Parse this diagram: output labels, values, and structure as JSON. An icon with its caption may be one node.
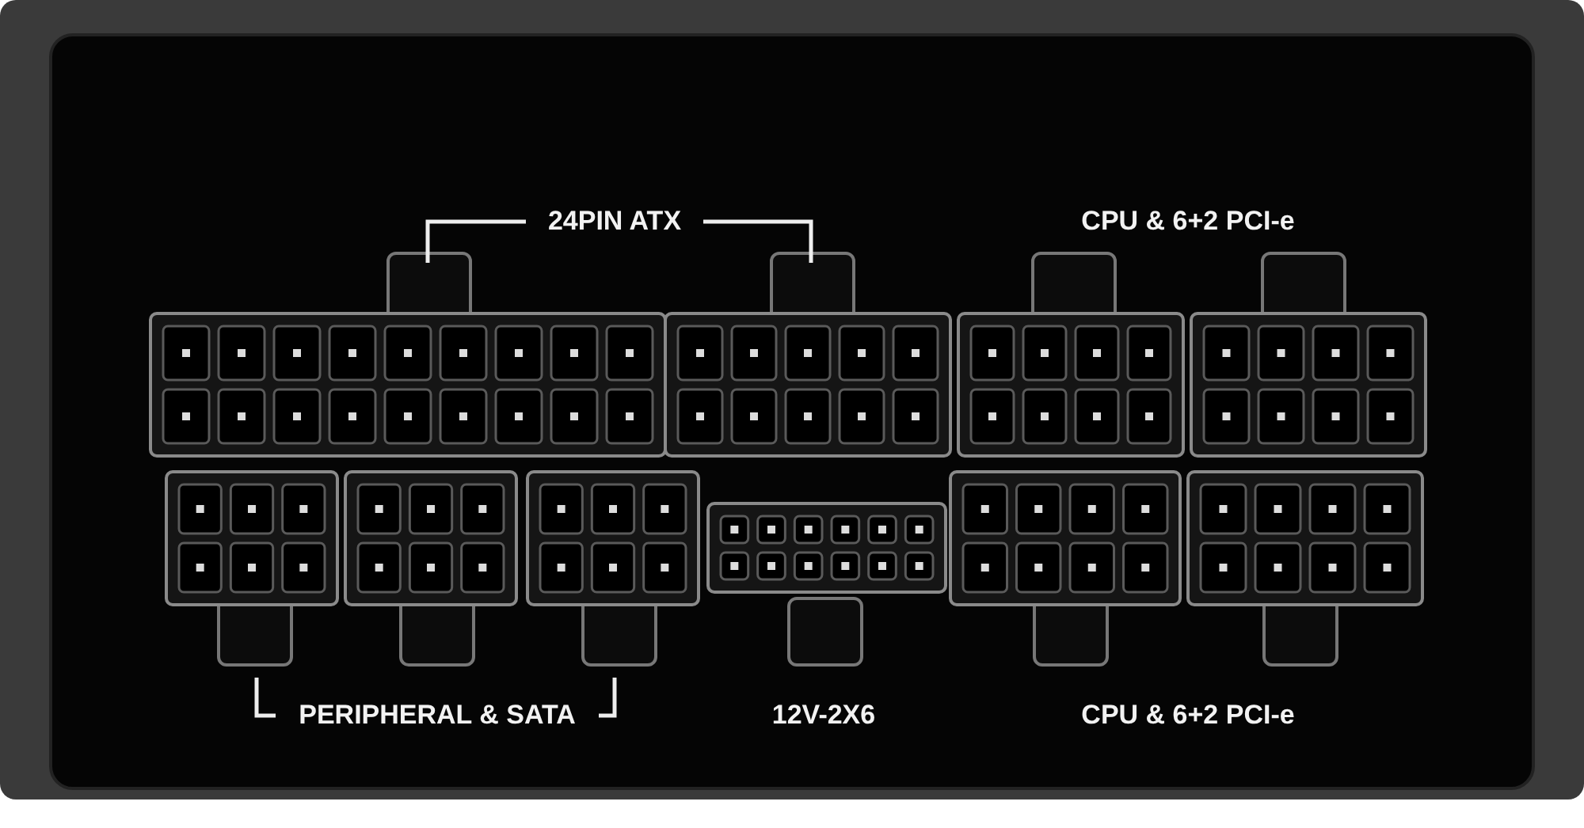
{
  "diagram": {
    "labels": [
      "24PIN ATX",
      "CPU & 6+2 PCI-e",
      "PERIPHERAL & SATA",
      "12V-2X6",
      "CPU & 6+2 PCI-e"
    ]
  }
}
